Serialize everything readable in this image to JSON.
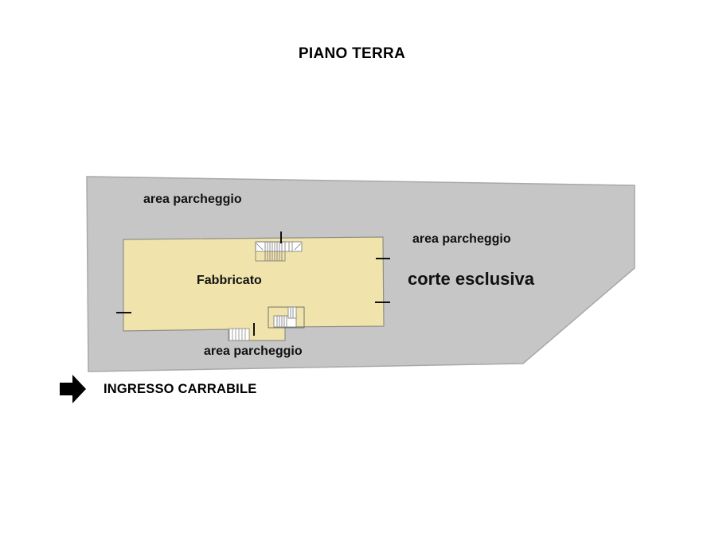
{
  "title": "PIANO TERRA",
  "labels": {
    "parking_top_left": "area parcheggio",
    "parking_right": "area parcheggio",
    "parking_bottom": "area parcheggio",
    "building": "Fabbricato",
    "courtyard": "corte esclusiva"
  },
  "entrance": {
    "label": "INGRESSO CARRABILE",
    "icon": "arrow-right-icon"
  },
  "colors": {
    "lot": "#c6c6c6",
    "lot_edge": "#9a9a9a",
    "building": "#f0e4ac",
    "building_edge": "#8a8a80",
    "text": "#111111",
    "background": "#ffffff"
  }
}
